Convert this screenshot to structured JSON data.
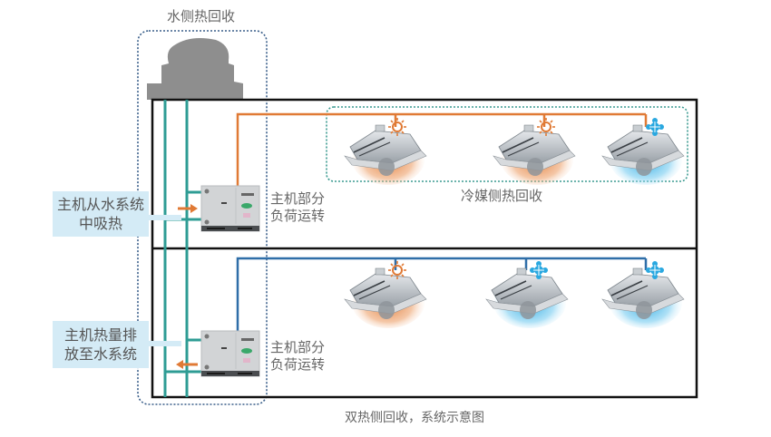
{
  "diagram": {
    "title_water_side": "水侧热回收",
    "title_refrigerant_side": "冷媒侧热回收",
    "caption": "双热侧回收，系统示意图",
    "upper_host": {
      "status_lines": [
        "主机部分",
        "负荷运转"
      ],
      "callout_lines": [
        "主机从水系统",
        "中吸热"
      ],
      "arrow_direction": "right",
      "indoor_units": [
        {
          "mode": "heating",
          "icon": "sun-icon"
        },
        {
          "mode": "heating",
          "icon": "sun-icon"
        },
        {
          "mode": "cooling",
          "icon": "snowflake-icon"
        }
      ]
    },
    "lower_host": {
      "status_lines": [
        "主机部分",
        "负荷运转"
      ],
      "callout_lines": [
        "主机热量排",
        "放至水系统"
      ],
      "arrow_direction": "left",
      "indoor_units": [
        {
          "mode": "heating",
          "icon": "sun-icon"
        },
        {
          "mode": "cooling",
          "icon": "snowflake-icon"
        },
        {
          "mode": "cooling",
          "icon": "snowflake-icon"
        }
      ]
    },
    "colors": {
      "water_pipe": "#2e9c94",
      "refrigerant_pipe_upper": "#e07a35",
      "refrigerant_pipe_lower": "#2f6ea8",
      "frame": "#111111",
      "water_boundary": "#3a5f8a",
      "refrigerant_boundary": "#3a9a90",
      "cooling_tower": "#8e8e8e",
      "callout_bg": "#d4ebf6",
      "heat_air": "#e8884a",
      "cool_air": "#3fb4e6"
    }
  }
}
